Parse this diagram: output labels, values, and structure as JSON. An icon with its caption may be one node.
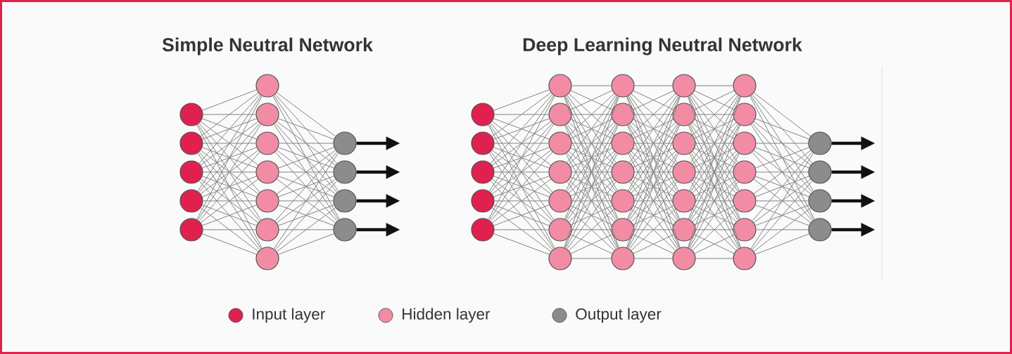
{
  "diagram": {
    "nodes": [
      {
        "text": [],
        "shape": "circle"
      },
      {
        "text": [],
        "shape": "circle"
      },
      {
        "text": [],
        "shape": "circle"
      },
      {
        "text": [],
        "shape": "circle"
      },
      {
        "text": [],
        "shape": "circle"
      },
      {
        "text": [],
        "shape": "circle"
      },
      {
        "text": [],
        "shape": "circle"
      },
      {
        "text": [],
        "shape": "circle"
      },
      {
        "text": [],
        "shape": "circle"
      },
      {
        "text": [],
        "shape": "circle"
      },
      {
        "text": [],
        "shape": "circle"
      },
      {
        "text": [],
        "shape": "circle"
      },
      {
        "text": [],
        "shape": "circle"
      },
      {
        "text": [],
        "shape": "circle"
      },
      {
        "text": [],
        "shape": "circle"
      },
      {
        "text": [],
        "shape": "circle"
      },
      {
        "text": [],
        "shape": "circle"
      },
      {
        "text": [],
        "shape": "circle"
      },
      {
        "text": [],
        "shape": "circle"
      },
      {
        "text": [],
        "shape": "circle"
      },
      {
        "text": [],
        "shape": "circle"
      },
      {
        "text": [],
        "shape": "circle"
      },
      {
        "text": [],
        "shape": "circle"
      },
      {
        "text": [],
        "shape": "circle"
      },
      {
        "text": [],
        "shape": "circle"
      },
      {
        "text": [],
        "shape": "circle"
      },
      {
        "text": [],
        "shape": "circle"
      },
      {
        "text": [],
        "shape": "circle"
      },
      {
        "text": [],
        "shape": "circle"
      },
      {
        "text": [],
        "shape": "circle"
      },
      {
        "text": [],
        "shape": "circle"
      },
      {
        "text": [],
        "shape": "circle"
      },
      {
        "text": [],
        "shape": "circle"
      },
      {
        "text": [],
        "shape": "circle"
      },
      {
        "text": [],
        "shape": "circle"
      },
      {
        "text": [],
        "shape": "circle"
      },
      {
        "text": [],
        "shape": "circle"
      },
      {
        "text": [],
        "shape": "circle"
      },
      {
        "text": [],
        "shape": "circle"
      },
      {
        "text": [],
        "shape": "circle"
      },
      {
        "text": [],
        "shape": "circle"
      },
      {
        "text": [],
        "shape": "circle"
      },
      {
        "text": [],
        "shape": "circle"
      },
      {
        "text": [],
        "shape": "circle"
      },
      {
        "text": [],
        "shape": "circle"
      },
      {
        "text": [],
        "shape": "circle"
      },
      {
        "text": [],
        "shape": "circle"
      },
      {
        "text": [],
        "shape": "circle"
      },
      {
        "text": [],
        "shape": "circle"
      },
      {
        "text": [],
        "shape": "circle"
      },
      {
        "text": [],
        "shape": "circle"
      },
      {
        "text": [],
        "shape": "circle"
      },
      {
        "text": [],
        "shape": "circle"
      }
    ],
    "edges": [
      {
        "from": 0,
        "to": 5,
        "arrow": "none"
      },
      {
        "from": 0,
        "to": 6,
        "arrow": "none"
      },
      {
        "from": 0,
        "to": 7,
        "arrow": "none"
      },
      {
        "from": 0,
        "to": 8,
        "arrow": "none"
      },
      {
        "from": 0,
        "to": 9,
        "arrow": "none"
      },
      {
        "from": 0,
        "to": 10,
        "arrow": "none"
      },
      {
        "from": 0,
        "to": 11,
        "arrow": "none"
      },
      {
        "from": 1,
        "to": 5,
        "arrow": "none"
      },
      {
        "from": 1,
        "to": 6,
        "arrow": "none"
      },
      {
        "from": 1,
        "to": 7,
        "arrow": "none"
      },
      {
        "from": 1,
        "to": 8,
        "arrow": "none"
      },
      {
        "from": 1,
        "to": 9,
        "arrow": "none"
      },
      {
        "from": 1,
        "to": 10,
        "arrow": "none"
      },
      {
        "from": 1,
        "to": 11,
        "arrow": "none"
      },
      {
        "from": 2,
        "to": 5,
        "arrow": "none"
      },
      {
        "from": 2,
        "to": 6,
        "arrow": "none"
      },
      {
        "from": 2,
        "to": 7,
        "arrow": "none"
      },
      {
        "from": 2,
        "to": 8,
        "arrow": "none"
      },
      {
        "from": 2,
        "to": 9,
        "arrow": "none"
      },
      {
        "from": 2,
        "to": 10,
        "arrow": "none"
      },
      {
        "from": 2,
        "to": 11,
        "arrow": "none"
      },
      {
        "from": 3,
        "to": 5,
        "arrow": "none"
      },
      {
        "from": 3,
        "to": 6,
        "arrow": "none"
      },
      {
        "from": 3,
        "to": 7,
        "arrow": "none"
      },
      {
        "from": 3,
        "to": 8,
        "arrow": "none"
      },
      {
        "from": 3,
        "to": 9,
        "arrow": "none"
      },
      {
        "from": 3,
        "to": 10,
        "arrow": "none"
      },
      {
        "from": 3,
        "to": 11,
        "arrow": "none"
      },
      {
        "from": 4,
        "to": 5,
        "arrow": "none"
      },
      {
        "from": 4,
        "to": 6,
        "arrow": "none"
      },
      {
        "from": 4,
        "to": 7,
        "arrow": "none"
      },
      {
        "from": 4,
        "to": 8,
        "arrow": "none"
      },
      {
        "from": 4,
        "to": 9,
        "arrow": "none"
      },
      {
        "from": 4,
        "to": 10,
        "arrow": "none"
      },
      {
        "from": 4,
        "to": 11,
        "arrow": "none"
      },
      {
        "from": 5,
        "to": 12,
        "arrow": "none"
      },
      {
        "from": 5,
        "to": 13,
        "arrow": "none"
      },
      {
        "from": 5,
        "to": 14,
        "arrow": "none"
      },
      {
        "from": 5,
        "to": 15,
        "arrow": "none"
      },
      {
        "from": 6,
        "to": 12,
        "arrow": "none"
      },
      {
        "from": 6,
        "to": 13,
        "arrow": "none"
      },
      {
        "from": 6,
        "to": 14,
        "arrow": "none"
      },
      {
        "from": 6,
        "to": 15,
        "arrow": "none"
      },
      {
        "from": 7,
        "to": 12,
        "arrow": "none"
      },
      {
        "from": 7,
        "to": 13,
        "arrow": "none"
      },
      {
        "from": 7,
        "to": 14,
        "arrow": "none"
      },
      {
        "from": 7,
        "to": 15,
        "arrow": "none"
      },
      {
        "from": 8,
        "to": 12,
        "arrow": "none"
      },
      {
        "from": 8,
        "to": 13,
        "arrow": "none"
      },
      {
        "from": 8,
        "to": 14,
        "arrow": "none"
      },
      {
        "from": 8,
        "to": 15,
        "arrow": "none"
      },
      {
        "from": 9,
        "to": 12,
        "arrow": "none"
      },
      {
        "from": 9,
        "to": 13,
        "arrow": "none"
      },
      {
        "from": 9,
        "to": 14,
        "arrow": "none"
      },
      {
        "from": 9,
        "to": 15,
        "arrow": "none"
      },
      {
        "from": 10,
        "to": 12,
        "arrow": "none"
      },
      {
        "from": 10,
        "to": 13,
        "arrow": "none"
      },
      {
        "from": 10,
        "to": 14,
        "arrow": "none"
      },
      {
        "from": 10,
        "to": 15,
        "arrow": "none"
      },
      {
        "from": 11,
        "to": 12,
        "arrow": "none"
      },
      {
        "from": 11,
        "to": 13,
        "arrow": "none"
      },
      {
        "from": 11,
        "to": 14,
        "arrow": "none"
      },
      {
        "from": 11,
        "to": 15,
        "arrow": "none"
      },
      {
        "from": 12,
        "to": null,
        "arrow": "to",
        "style": "thick",
        "color": "#111111"
      },
      {
        "from": 13,
        "to": null,
        "arrow": "to",
        "style": "thick",
        "color": "#111111"
      },
      {
        "from": 14,
        "to": null,
        "arrow": "to",
        "style": "thick",
        "color": "#111111"
      },
      {
        "from": 15,
        "to": null,
        "arrow": "to",
        "style": "thick",
        "color": "#111111"
      },
      {
        "from": 16,
        "to": 21,
        "arrow": "none"
      },
      {
        "from": 16,
        "to": 22,
        "arrow": "none"
      },
      {
        "from": 16,
        "to": 23,
        "arrow": "none"
      },
      {
        "from": 16,
        "to": 24,
        "arrow": "none"
      },
      {
        "from": 16,
        "to": 25,
        "arrow": "none"
      },
      {
        "from": 16,
        "to": 26,
        "arrow": "none"
      },
      {
        "from": 16,
        "to": 27,
        "arrow": "none"
      },
      {
        "from": 17,
        "to": 21,
        "arrow": "none"
      },
      {
        "from": 17,
        "to": 22,
        "arrow": "none"
      },
      {
        "from": 17,
        "to": 23,
        "arrow": "none"
      },
      {
        "from": 17,
        "to": 24,
        "arrow": "none"
      },
      {
        "from": 17,
        "to": 25,
        "arrow": "none"
      },
      {
        "from": 17,
        "to": 26,
        "arrow": "none"
      },
      {
        "from": 17,
        "to": 27,
        "arrow": "none"
      },
      {
        "from": 18,
        "to": 21,
        "arrow": "none"
      },
      {
        "from": 18,
        "to": 22,
        "arrow": "none"
      },
      {
        "from": 18,
        "to": 23,
        "arrow": "none"
      },
      {
        "from": 18,
        "to": 24,
        "arrow": "none"
      },
      {
        "from": 18,
        "to": 25,
        "arrow": "none"
      },
      {
        "from": 18,
        "to": 26,
        "arrow": "none"
      },
      {
        "from": 18,
        "to": 27,
        "arrow": "none"
      },
      {
        "from": 19,
        "to": 21,
        "arrow": "none"
      },
      {
        "from": 19,
        "to": 22,
        "arrow": "none"
      },
      {
        "from": 19,
        "to": 23,
        "arrow": "none"
      },
      {
        "from": 19,
        "to": 24,
        "arrow": "none"
      },
      {
        "from": 19,
        "to": 25,
        "arrow": "none"
      },
      {
        "from": 19,
        "to": 26,
        "arrow": "none"
      },
      {
        "from": 19,
        "to": 27,
        "arrow": "none"
      },
      {
        "from": 20,
        "to": 21,
        "arrow": "none"
      },
      {
        "from": 20,
        "to": 22,
        "arrow": "none"
      },
      {
        "from": 20,
        "to": 23,
        "arrow": "none"
      },
      {
        "from": 20,
        "to": 24,
        "arrow": "none"
      },
      {
        "from": 20,
        "to": 25,
        "arrow": "none"
      },
      {
        "from": 20,
        "to": 26,
        "arrow": "none"
      },
      {
        "from": 20,
        "to": 27,
        "arrow": "none"
      },
      {
        "from": 21,
        "to": 28,
        "arrow": "none"
      },
      {
        "from": 21,
        "to": 29,
        "arrow": "none"
      },
      {
        "from": 21,
        "to": 30,
        "arrow": "none"
      },
      {
        "from": 21,
        "to": 31,
        "arrow": "none"
      },
      {
        "from": 21,
        "to": 32,
        "arrow": "none"
      },
      {
        "from": 21,
        "to": 33,
        "arrow": "none"
      },
      {
        "from": 21,
        "to": 34,
        "arrow": "none"
      },
      {
        "from": 22,
        "to": 28,
        "arrow": "none"
      },
      {
        "from": 22,
        "to": 29,
        "arrow": "none"
      },
      {
        "from": 22,
        "to": 30,
        "arrow": "none"
      },
      {
        "from": 22,
        "to": 31,
        "arrow": "none"
      },
      {
        "from": 22,
        "to": 32,
        "arrow": "none"
      },
      {
        "from": 22,
        "to": 33,
        "arrow": "none"
      },
      {
        "from": 22,
        "to": 34,
        "arrow": "none"
      },
      {
        "from": 23,
        "to": 28,
        "arrow": "none"
      },
      {
        "from": 23,
        "to": 29,
        "arrow": "none"
      },
      {
        "from": 23,
        "to": 30,
        "arrow": "none"
      },
      {
        "from": 23,
        "to": 31,
        "arrow": "none"
      },
      {
        "from": 23,
        "to": 32,
        "arrow": "none"
      },
      {
        "from": 23,
        "to": 33,
        "arrow": "none"
      },
      {
        "from": 23,
        "to": 34,
        "arrow": "none"
      },
      {
        "from": 24,
        "to": 28,
        "arrow": "none"
      },
      {
        "from": 24,
        "to": 29,
        "arrow": "none"
      },
      {
        "from": 24,
        "to": 30,
        "arrow": "none"
      },
      {
        "from": 24,
        "to": 31,
        "arrow": "none"
      },
      {
        "from": 24,
        "to": 32,
        "arrow": "none"
      },
      {
        "from": 24,
        "to": 33,
        "arrow": "none"
      },
      {
        "from": 24,
        "to": 34,
        "arrow": "none"
      },
      {
        "from": 25,
        "to": 28,
        "arrow": "none"
      },
      {
        "from": 25,
        "to": 29,
        "arrow": "none"
      },
      {
        "from": 25,
        "to": 30,
        "arrow": "none"
      },
      {
        "from": 25,
        "to": 31,
        "arrow": "none"
      },
      {
        "from": 25,
        "to": 32,
        "arrow": "none"
      },
      {
        "from": 25,
        "to": 33,
        "arrow": "none"
      },
      {
        "from": 25,
        "to": 34,
        "arrow": "none"
      },
      {
        "from": 26,
        "to": 28,
        "arrow": "none"
      },
      {
        "from": 26,
        "to": 29,
        "arrow": "none"
      },
      {
        "from": 26,
        "to": 30,
        "arrow": "none"
      },
      {
        "from": 26,
        "to": 31,
        "arrow": "none"
      },
      {
        "from": 26,
        "to": 32,
        "arrow": "none"
      },
      {
        "from": 26,
        "to": 33,
        "arrow": "none"
      },
      {
        "from": 26,
        "to": 34,
        "arrow": "none"
      },
      {
        "from": 27,
        "to": 28,
        "arrow": "none"
      },
      {
        "from": 27,
        "to": 29,
        "arrow": "none"
      },
      {
        "from": 27,
        "to": 30,
        "arrow": "none"
      },
      {
        "from": 27,
        "to": 31,
        "arrow": "none"
      },
      {
        "from": 27,
        "to": 32,
        "arrow": "none"
      },
      {
        "from": 27,
        "to": 33,
        "arrow": "none"
      },
      {
        "from": 27,
        "to": 34,
        "arrow": "none"
      },
      {
        "from": 28,
        "to": 35,
        "arrow": "none"
      },
      {
        "from": 28,
        "to": 36,
        "arrow": "none"
      },
      {
        "from": 28,
        "to": 37,
        "arrow": "none"
      },
      {
        "from": 28,
        "to": 38,
        "arrow": "none"
      },
      {
        "from": 28,
        "to": 39,
        "arrow": "none"
      },
      {
        "from": 28,
        "to": 40,
        "arrow": "none"
      },
      {
        "from": 28,
        "to": 41,
        "arrow": "none"
      },
      {
        "from": 29,
        "to": 35,
        "arrow": "none"
      },
      {
        "from": 29,
        "to": 36,
        "arrow": "none"
      },
      {
        "from": 29,
        "to": 37,
        "arrow": "none"
      },
      {
        "from": 29,
        "to": 38,
        "arrow": "none"
      },
      {
        "from": 29,
        "to": 39,
        "arrow": "none"
      },
      {
        "from": 29,
        "to": 40,
        "arrow": "none"
      },
      {
        "from": 29,
        "to": 41,
        "arrow": "none"
      },
      {
        "from": 30,
        "to": 35,
        "arrow": "none"
      },
      {
        "from": 30,
        "to": 36,
        "arrow": "none"
      },
      {
        "from": 30,
        "to": 37,
        "arrow": "none"
      },
      {
        "from": 30,
        "to": 38,
        "arrow": "none"
      },
      {
        "from": 30,
        "to": 39,
        "arrow": "none"
      },
      {
        "from": 30,
        "to": 40,
        "arrow": "none"
      },
      {
        "from": 30,
        "to": 41,
        "arrow": "none"
      },
      {
        "from": 31,
        "to": 35,
        "arrow": "none"
      },
      {
        "from": 31,
        "to": 36,
        "arrow": "none"
      },
      {
        "from": 31,
        "to": 37,
        "arrow": "none"
      },
      {
        "from": 31,
        "to": 38,
        "arrow": "none"
      },
      {
        "from": 31,
        "to": 39,
        "arrow": "none"
      },
      {
        "from": 31,
        "to": 40,
        "arrow": "none"
      },
      {
        "from": 31,
        "to": 41,
        "arrow": "none"
      },
      {
        "from": 32,
        "to": 35,
        "arrow": "none"
      },
      {
        "from": 32,
        "to": 36,
        "arrow": "none"
      },
      {
        "from": 32,
        "to": 37,
        "arrow": "none"
      },
      {
        "from": 32,
        "to": 38,
        "arrow": "none"
      },
      {
        "from": 32,
        "to": 39,
        "arrow": "none"
      },
      {
        "from": 32,
        "to": 40,
        "arrow": "none"
      },
      {
        "from": 32,
        "to": 41,
        "arrow": "none"
      },
      {
        "from": 33,
        "to": 35,
        "arrow": "none"
      },
      {
        "from": 33,
        "to": 36,
        "arrow": "none"
      },
      {
        "from": 33,
        "to": 37,
        "arrow": "none"
      },
      {
        "from": 33,
        "to": 38,
        "arrow": "none"
      },
      {
        "from": 33,
        "to": 39,
        "arrow": "none"
      },
      {
        "from": 33,
        "to": 40,
        "arrow": "none"
      },
      {
        "from": 33,
        "to": 41,
        "arrow": "none"
      },
      {
        "from": 34,
        "to": 35,
        "arrow": "none"
      },
      {
        "from": 34,
        "to": 36,
        "arrow": "none"
      },
      {
        "from": 34,
        "to": 37,
        "arrow": "none"
      },
      {
        "from": 34,
        "to": 38,
        "arrow": "none"
      },
      {
        "from": 34,
        "to": 39,
        "arrow": "none"
      },
      {
        "from": 34,
        "to": 40,
        "arrow": "none"
      },
      {
        "from": 34,
        "to": 41,
        "arrow": "none"
      },
      {
        "from": 35,
        "to": 42,
        "arrow": "none"
      },
      {
        "from": 35,
        "to": 43,
        "arrow": "none"
      },
      {
        "from": 35,
        "to": 44,
        "arrow": "none"
      },
      {
        "from": 35,
        "to": 45,
        "arrow": "none"
      },
      {
        "from": 35,
        "to": 46,
        "arrow": "none"
      },
      {
        "from": 35,
        "to": 47,
        "arrow": "none"
      },
      {
        "from": 35,
        "to": 48,
        "arrow": "none"
      },
      {
        "from": 36,
        "to": 42,
        "arrow": "none"
      },
      {
        "from": 36,
        "to": 43,
        "arrow": "none"
      },
      {
        "from": 36,
        "to": 44,
        "arrow": "none"
      },
      {
        "from": 36,
        "to": 45,
        "arrow": "none"
      },
      {
        "from": 36,
        "to": 46,
        "arrow": "none"
      },
      {
        "from": 36,
        "to": 47,
        "arrow": "none"
      },
      {
        "from": 36,
        "to": 48,
        "arrow": "none"
      },
      {
        "from": 37,
        "to": 42,
        "arrow": "none"
      },
      {
        "from": 37,
        "to": 43,
        "arrow": "none"
      },
      {
        "from": 37,
        "to": 44,
        "arrow": "none"
      },
      {
        "from": 37,
        "to": 45,
        "arrow": "none"
      },
      {
        "from": 37,
        "to": 46,
        "arrow": "none"
      },
      {
        "from": 37,
        "to": 47,
        "arrow": "none"
      },
      {
        "from": 37,
        "to": 48,
        "arrow": "none"
      },
      {
        "from": 38,
        "to": 42,
        "arrow": "none"
      },
      {
        "from": 38,
        "to": 43,
        "arrow": "none"
      },
      {
        "from": 38,
        "to": 44,
        "arrow": "none"
      },
      {
        "from": 38,
        "to": 45,
        "arrow": "none"
      },
      {
        "from": 38,
        "to": 46,
        "arrow": "none"
      },
      {
        "from": 38,
        "to": 47,
        "arrow": "none"
      },
      {
        "from": 38,
        "to": 48,
        "arrow": "none"
      },
      {
        "from": 39,
        "to": 42,
        "arrow": "none"
      },
      {
        "from": 39,
        "to": 43,
        "arrow": "none"
      },
      {
        "from": 39,
        "to": 44,
        "arrow": "none"
      },
      {
        "from": 39,
        "to": 45,
        "arrow": "none"
      },
      {
        "from": 39,
        "to": 46,
        "arrow": "none"
      },
      {
        "from": 39,
        "to": 47,
        "arrow": "none"
      },
      {
        "from": 39,
        "to": 48,
        "arrow": "none"
      },
      {
        "from": 40,
        "to": 42,
        "arrow": "none"
      },
      {
        "from": 40,
        "to": 43,
        "arrow": "none"
      },
      {
        "from": 40,
        "to": 44,
        "arrow": "none"
      },
      {
        "from": 40,
        "to": 45,
        "arrow": "none"
      },
      {
        "from": 40,
        "to": 46,
        "arrow": "none"
      },
      {
        "from": 40,
        "to": 47,
        "arrow": "none"
      },
      {
        "from": 40,
        "to": 48,
        "arrow": "none"
      },
      {
        "from": 41,
        "to": 42,
        "arrow": "none"
      },
      {
        "from": 41,
        "to": 43,
        "arrow": "none"
      },
      {
        "from": 41,
        "to": 44,
        "arrow": "none"
      },
      {
        "from": 41,
        "to": 45,
        "arrow": "none"
      },
      {
        "from": 41,
        "to": 46,
        "arrow": "none"
      },
      {
        "from": 41,
        "to": 47,
        "arrow": "none"
      },
      {
        "from": 41,
        "to": 48,
        "arrow": "none"
      },
      {
        "from": 42,
        "to": 49,
        "arrow": "none"
      },
      {
        "from": 42,
        "to": 50,
        "arrow": "none"
      },
      {
        "from": 42,
        "to": 51,
        "arrow": "none"
      },
      {
        "from": 42,
        "to": 52,
        "arrow": "none"
      },
      {
        "from": 43,
        "to": 49,
        "arrow": "none"
      },
      {
        "from": 43,
        "to": 50,
        "arrow": "none"
      },
      {
        "from": 43,
        "to": 51,
        "arrow": "none"
      },
      {
        "from": 43,
        "to": 52,
        "arrow": "none"
      },
      {
        "from": 44,
        "to": 49,
        "arrow": "none"
      },
      {
        "from": 44,
        "to": 50,
        "arrow": "none"
      },
      {
        "from": 44,
        "to": 51,
        "arrow": "none"
      },
      {
        "from": 44,
        "to": 52,
        "arrow": "none"
      },
      {
        "from": 45,
        "to": 49,
        "arrow": "none"
      },
      {
        "from": 45,
        "to": 50,
        "arrow": "none"
      },
      {
        "from": 45,
        "to": 51,
        "arrow": "none"
      },
      {
        "from": 45,
        "to": 52,
        "arrow": "none"
      },
      {
        "from": 46,
        "to": 49,
        "arrow": "none"
      },
      {
        "from": 46,
        "to": 50,
        "arrow": "none"
      },
      {
        "from": 46,
        "to": 51,
        "arrow": "none"
      },
      {
        "from": 46,
        "to": 52,
        "arrow": "none"
      },
      {
        "from": 47,
        "to": 49,
        "arrow": "none"
      },
      {
        "from": 47,
        "to": 50,
        "arrow": "none"
      },
      {
        "from": 47,
        "to": 51,
        "arrow": "none"
      },
      {
        "from": 47,
        "to": 52,
        "arrow": "none"
      },
      {
        "from": 48,
        "to": 49,
        "arrow": "none"
      },
      {
        "from": 48,
        "to": 50,
        "arrow": "none"
      },
      {
        "from": 48,
        "to": 51,
        "arrow": "none"
      },
      {
        "from": 48,
        "to": 52,
        "arrow": "none"
      },
      {
        "from": 49,
        "to": null,
        "arrow": "to",
        "style": "thick",
        "color": "#111111"
      },
      {
        "from": 50,
        "to": null,
        "arrow": "to",
        "style": "thick",
        "color": "#111111"
      },
      {
        "from": 51,
        "to": null,
        "arrow": "to",
        "style": "thick",
        "color": "#111111"
      },
      {
        "from": 52,
        "to": null,
        "arrow": "to",
        "style": "thick",
        "color": "#111111"
      }
    ],
    "labels": [
      "Simple Neutral Network",
      "Deep Learning Neutral Network"
    ],
    "legend": [
      {
        "text": "Input layer",
        "color": "#e0204f"
      },
      {
        "text": "Hidden layer",
        "color": "#f28ca5"
      },
      {
        "text": "Output layer",
        "color": "#8c8c8c"
      }
    ]
  }
}
